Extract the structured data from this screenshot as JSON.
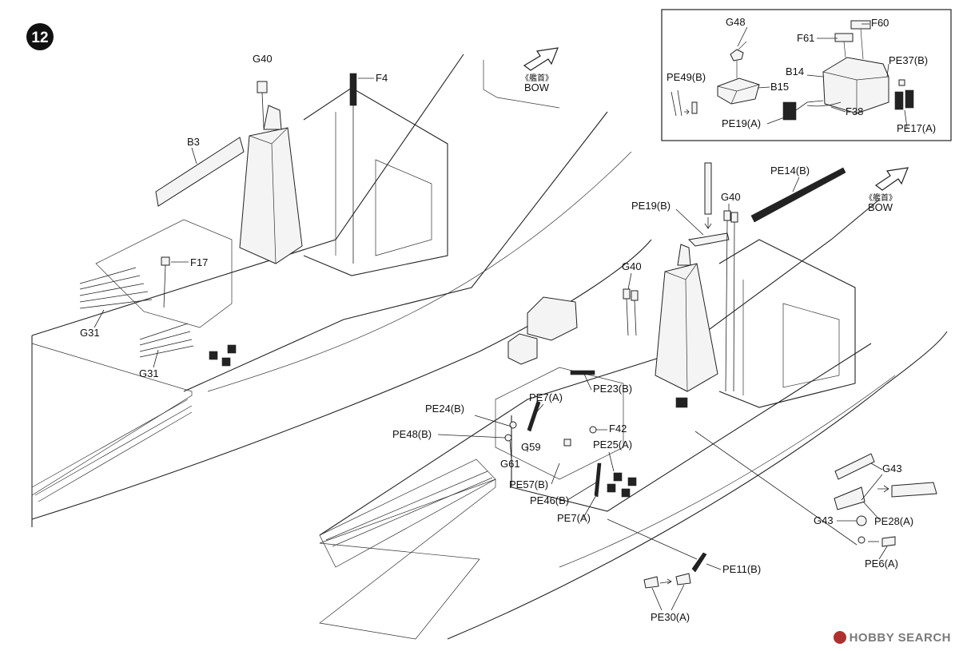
{
  "step": {
    "number": "12"
  },
  "inset": {
    "labels": [
      "G48",
      "F60",
      "F61",
      "PE37(B)",
      "B14",
      "PE49(B)",
      "B15",
      "F38",
      "PE19(A)",
      "PE17(A)"
    ]
  },
  "bow": {
    "jp": "《艦首》",
    "en": "BOW"
  },
  "left_view": {
    "labels": [
      "G40",
      "F4",
      "B3",
      "F17",
      "G31",
      "G31"
    ]
  },
  "right_view": {
    "labels": [
      "PE14(B)",
      "PE19(B)",
      "G40",
      "G40",
      "PE7(A)",
      "PE23(B)",
      "PE24(B)",
      "PE48(B)",
      "G59",
      "G61",
      "F42",
      "PE25(A)",
      "PE57(B)",
      "PE46(B)",
      "PE7(A)",
      "G43",
      "G43",
      "PE28(A)",
      "PE6(A)",
      "PE11(B)",
      "PE30(A)"
    ]
  },
  "watermark": "HOBBY SEARCH",
  "icons": {
    "step-badge": "black-circle",
    "bow-arrow": "outline-arrow"
  }
}
